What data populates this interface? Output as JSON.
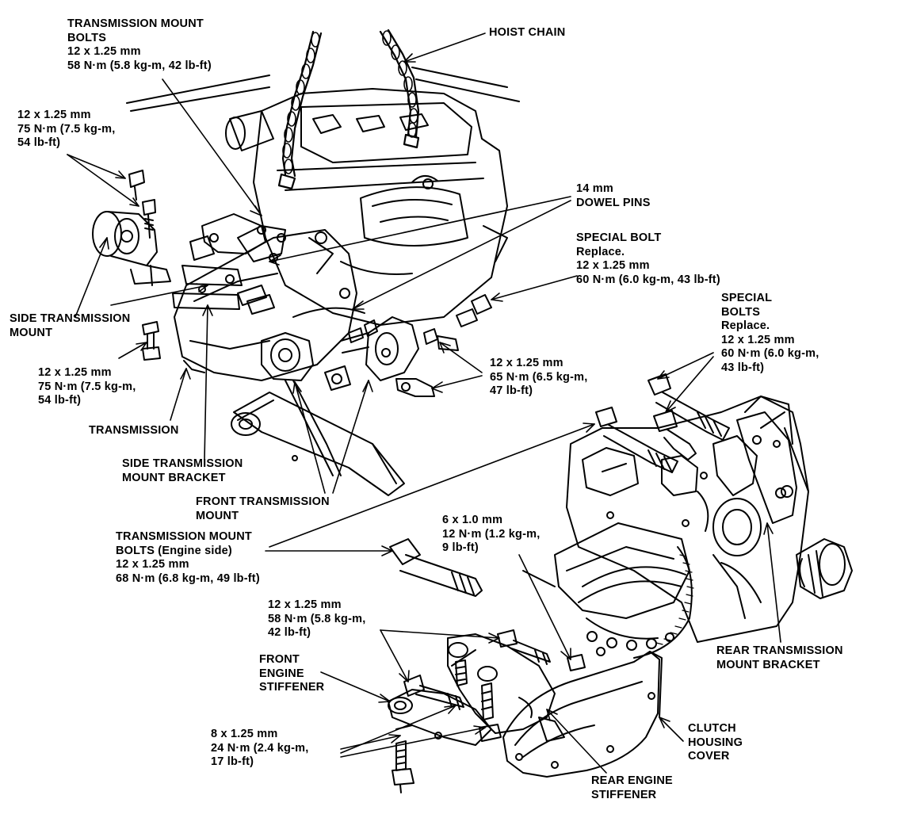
{
  "callouts": {
    "transmission_mount_bolts_top": {
      "lines": [
        "TRANSMISSION MOUNT",
        "BOLTS",
        "12 x 1.25 mm",
        "58 N·m (5.8 kg-m, 42 lb-ft)"
      ]
    },
    "hoist_chain": {
      "lines": [
        "HOIST CHAIN"
      ]
    },
    "side_mount_bolts_torque": {
      "lines": [
        "12 x 1.25 mm",
        "75 N·m (7.5 kg-m,",
        "54 lb-ft)"
      ]
    },
    "dowel_pins": {
      "lines": [
        "14 mm",
        "DOWEL PINS"
      ]
    },
    "special_bolt": {
      "lines": [
        "SPECIAL BOLT",
        "Replace.",
        "12 x 1.25 mm",
        "60 N·m (6.0 kg-m, 43 lb-ft)"
      ]
    },
    "special_bolts": {
      "lines": [
        "SPECIAL",
        "BOLTS",
        "Replace.",
        "12 x 1.25 mm",
        "60 N·m (6.0 kg-m,",
        "43 lb-ft)"
      ]
    },
    "side_transmission_mount": {
      "lines": [
        "SIDE TRANSMISSION",
        "MOUNT"
      ]
    },
    "lower_bolt_torque": {
      "lines": [
        "12 x 1.25 mm",
        "75 N·m (7.5 kg-m,",
        "54 lb-ft)"
      ]
    },
    "front_mount_bolts_torque": {
      "lines": [
        "12 x 1.25 mm",
        "65 N·m (6.5 kg-m,",
        "47 lb-ft)"
      ]
    },
    "transmission": {
      "lines": [
        "TRANSMISSION"
      ]
    },
    "side_transmission_mount_bracket": {
      "lines": [
        "SIDE TRANSMISSION",
        "MOUNT BRACKET"
      ]
    },
    "front_transmission_mount": {
      "lines": [
        "FRONT TRANSMISSION",
        "MOUNT"
      ]
    },
    "transmission_mount_bolts_engine_side": {
      "lines": [
        "TRANSMISSION MOUNT",
        "BOLTS  (Engine side)",
        "12 x 1.25 mm",
        "68 N·m (6.8 kg-m, 49 lb-ft)"
      ]
    },
    "small_bolt_torque": {
      "lines": [
        "6 x 1.0 mm",
        "12 N·m (1.2 kg-m,",
        "9 lb-ft)"
      ]
    },
    "stiffener_bolts_torque": {
      "lines": [
        "12 x 1.25 mm",
        "58 N·m (5.8 kg-m,",
        "42 lb-ft)"
      ]
    },
    "front_engine_stiffener": {
      "lines": [
        "FRONT",
        "ENGINE",
        "STIFFENER"
      ]
    },
    "rear_transmission_mount_bracket": {
      "lines": [
        "REAR TRANSMISSION",
        "MOUNT BRACKET"
      ]
    },
    "eight_mm_bolts_torque": {
      "lines": [
        "8 x 1.25 mm",
        "24 N·m (2.4 kg-m,",
        "17 lb-ft)"
      ]
    },
    "clutch_housing_cover": {
      "lines": [
        "CLUTCH",
        "HOUSING",
        "COVER"
      ]
    },
    "rear_engine_stiffener": {
      "lines": [
        "REAR ENGINE",
        "STIFFENER"
      ]
    }
  },
  "colors": {
    "ink": "#000000",
    "paper": "#ffffff"
  }
}
